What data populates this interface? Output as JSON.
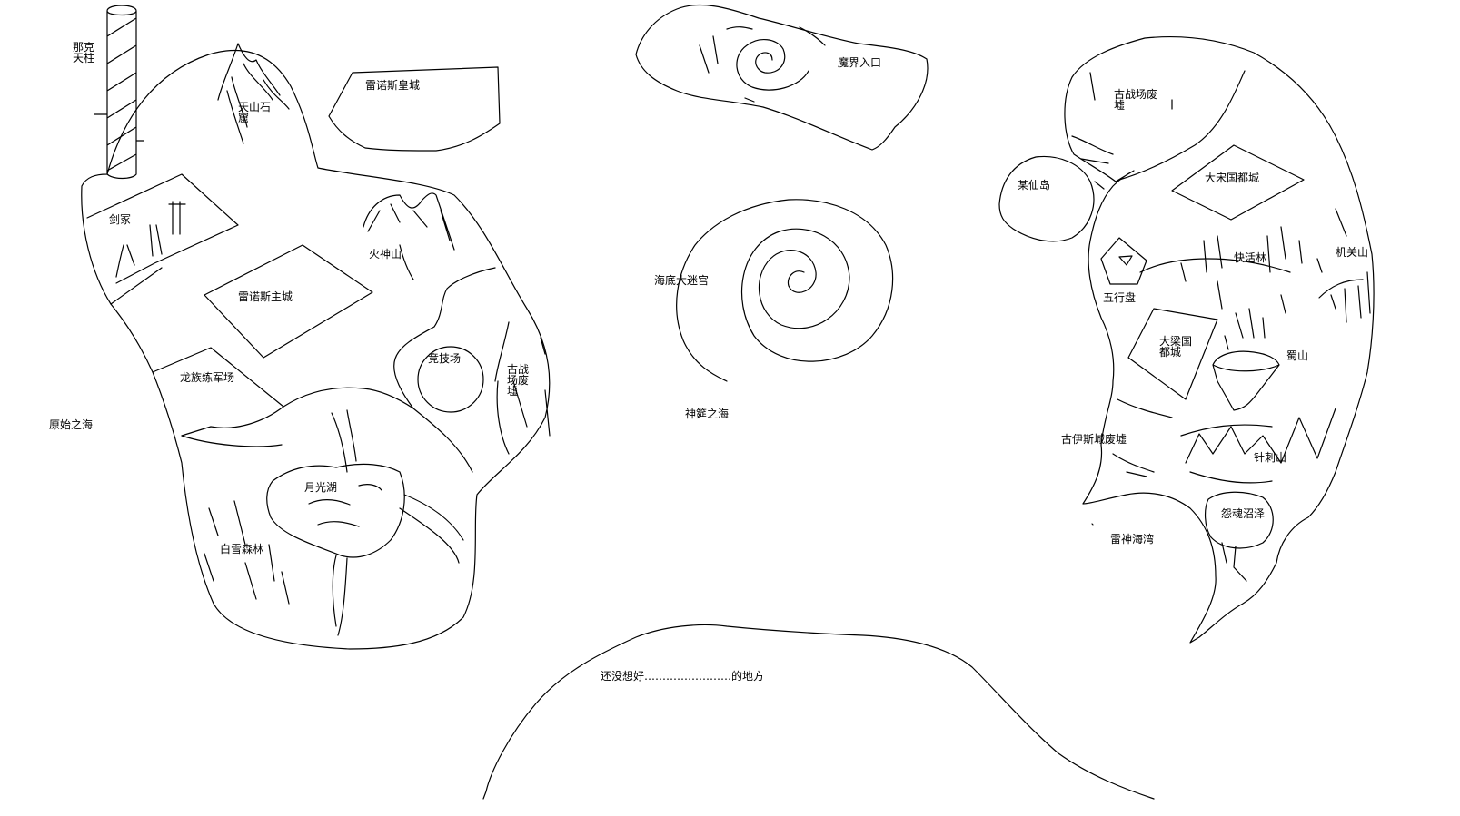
{
  "map": {
    "labels": {
      "nake_tianzhu": "那克\n天柱",
      "tianshan_shiku": "天山石\n窟",
      "leinuosi_huangcheng": "雷诺斯皇城",
      "jianzhong": "剑冢",
      "huoshen_shan": "火神山",
      "leinuosi_zhucheng": "雷诺斯主城",
      "longzu_lianjunchang": "龙族练军场",
      "jingjichang": "竞技场",
      "gu_zhanchang_feixu_left": "古战\n场废\n墟",
      "yuanshi_zhi_hai": "原始之海",
      "yueguang_hu": "月光湖",
      "baixue_senlin": "白雪森林",
      "mojie_rukou": "魔界入口",
      "haidi_da_migong": "海底大迷宫",
      "shenyan_zhi_hai": "神筵之海",
      "weixiang_hao": "还没想好……………………的地方",
      "gu_zhanchang_feixu_right": "古战场废\n墟",
      "mou_xiandao": "某仙岛",
      "dasong_guodu": "大宋国都城",
      "wuxing_pan": "五行盘",
      "kuaihuo_lin": "快活林",
      "jiguan_shan": "机关山",
      "daliang_guodu": "大梁国\n都城",
      "shu_shan": "蜀山",
      "gu_yisi_feixu": "古伊斯城废墟",
      "zhenci_shan": "针刺山",
      "yuanhun_zhaoze": "怨魂沼泽",
      "leishen_haiwan": "雷神海湾"
    }
  }
}
